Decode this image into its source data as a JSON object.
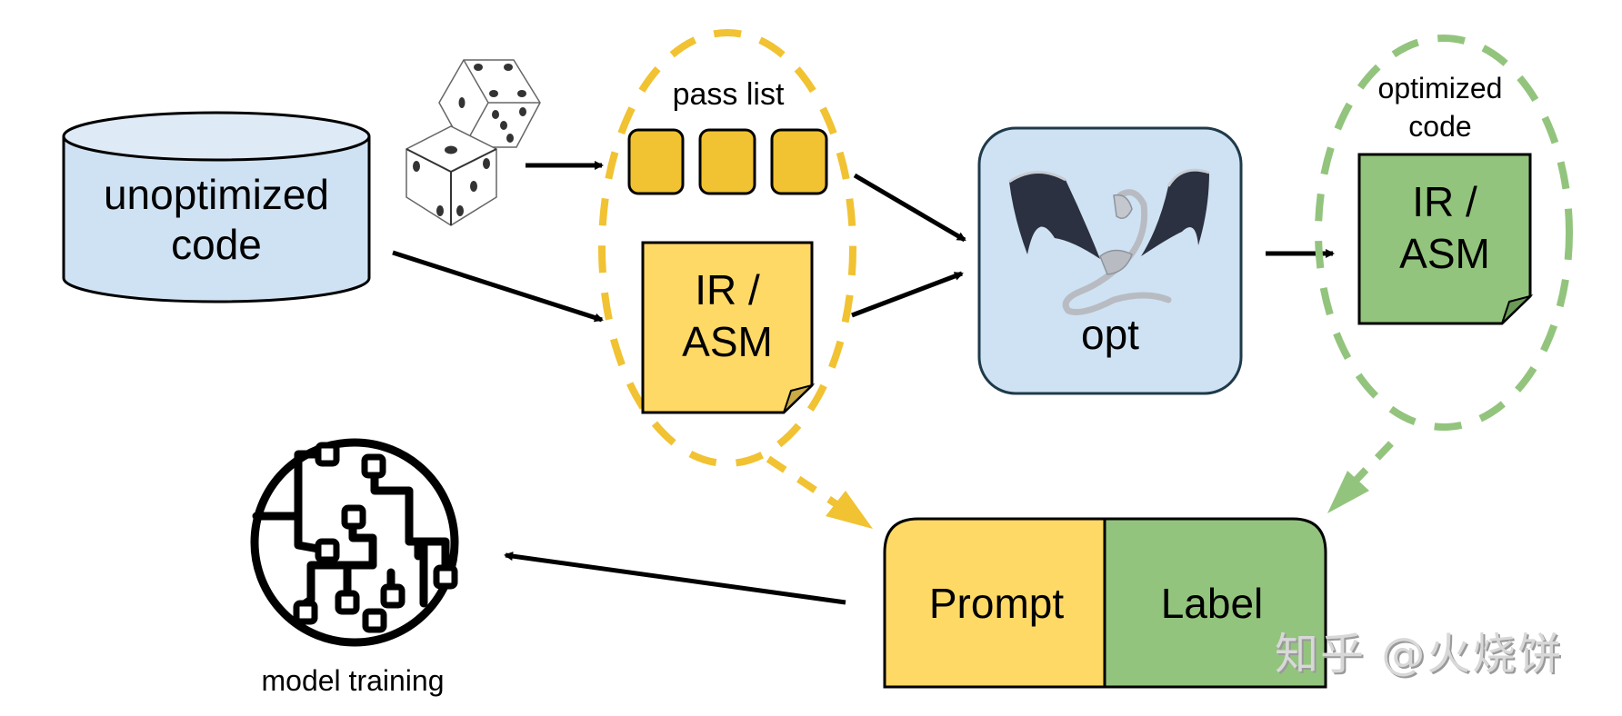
{
  "colors": {
    "cylinder_fill": "#cfe2f3",
    "cylinder_top": "#deeaf6",
    "opt_fill": "#cfe2f3",
    "opt_border": "#1f3a4a",
    "pass_fill": "#f1c232",
    "doc_yellow": "#ffd966",
    "doc_green": "#93c47d",
    "dash_yellow": "#f1c232",
    "dash_green": "#93c47d",
    "arrow": "#000000",
    "wing": "#2b3140",
    "dragon_body": "#b8bcc2"
  },
  "nodes": {
    "source": {
      "line1": "unoptimized",
      "line2": "code",
      "icon": "database-cylinder"
    },
    "random": {
      "icon": "dice-icon"
    },
    "pass_list": {
      "label": "pass list",
      "pass_count": 3
    },
    "input_doc": {
      "line1": "IR /",
      "line2": "ASM"
    },
    "optimizer": {
      "label": "opt",
      "icon": "llvm-dragon-icon"
    },
    "output": {
      "title_line1": "optimized",
      "title_line2": "code",
      "line1": "IR /",
      "line2": "ASM"
    },
    "pair": {
      "prompt": "Prompt",
      "label": "Label"
    },
    "training": {
      "label": "model training",
      "icon": "neural-circuit-icon"
    }
  },
  "watermark": "知乎 @火烧饼"
}
